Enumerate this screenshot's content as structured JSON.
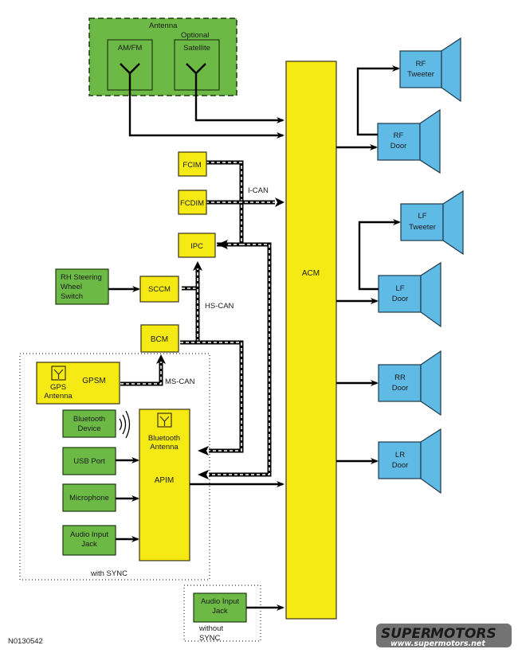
{
  "antenna_group": {
    "title": "Antenna",
    "optional_label": "Optional",
    "am_fm": "AM/FM",
    "satellite": "Satellite"
  },
  "modules": {
    "fcim": "FCIM",
    "fcdim": "FCDIM",
    "ipc": "IPC",
    "sccm": "SCCM",
    "bcm": "BCM",
    "gpsm": "GPSM",
    "gps_antenna_line1": "GPS",
    "gps_antenna_line2": "Antenna",
    "apim": "APIM",
    "bt_antenna_line1": "Bluetooth",
    "bt_antenna_line2": "Antenna",
    "acm": "ACM"
  },
  "inputs": {
    "rh_steering_line1": "RH Steering",
    "rh_steering_line2": "Wheel",
    "rh_steering_line3": "Switch",
    "bt_device_line1": "Bluetooth",
    "bt_device_line2": "Device",
    "usb_port": "USB Port",
    "microphone": "Microphone",
    "aux_line1": "Audio  Input",
    "aux_line2": "Jack",
    "aux2_line1": "Audio  Input",
    "aux2_line2": "Jack"
  },
  "buses": {
    "i_can": "I-CAN",
    "hs_can": "HS-CAN",
    "ms_can": "MS-CAN"
  },
  "groups": {
    "with_sync": "with SYNC",
    "without_sync_line1": "without",
    "without_sync_line2": "SYNC"
  },
  "speakers": [
    {
      "line1": "RF",
      "line2": "Tweeter"
    },
    {
      "line1": "RF",
      "line2": "Door"
    },
    {
      "line1": "LF",
      "line2": "Tweeter"
    },
    {
      "line1": "LF",
      "line2": "Door"
    },
    {
      "line1": "RR",
      "line2": "Door"
    },
    {
      "line1": "LR",
      "line2": "Door"
    }
  ],
  "figure_id": "N0130542",
  "watermark": {
    "brand_part1": "SUPER",
    "brand_part2": "MOTORS",
    "url": "www.supermotors.net"
  },
  "colors": {
    "module_yellow": "#f5ea14",
    "input_green": "#6cba45",
    "speaker_blue": "#60bae6",
    "watermark_blue": "#4a8fd6",
    "watermark_red": "#e0463c"
  }
}
